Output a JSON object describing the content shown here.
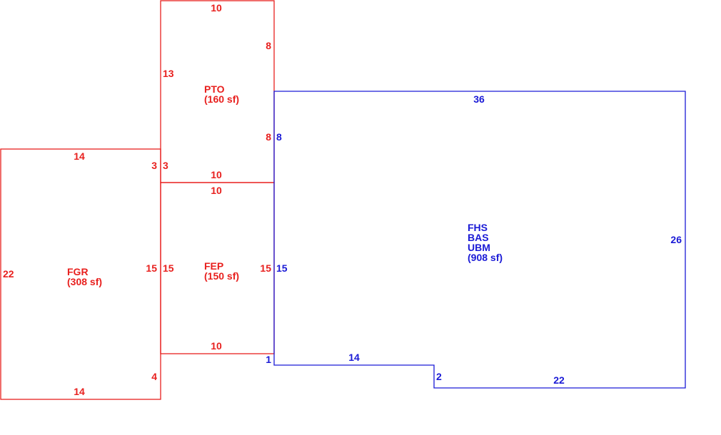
{
  "colors": {
    "red": "#e8201e",
    "blue": "#1a1ad6"
  },
  "areas": {
    "pto": {
      "code": "PTO",
      "area": "(160 sf)"
    },
    "fgr": {
      "code": "FGR",
      "area": "(308 sf)"
    },
    "fep": {
      "code": "FEP",
      "area": "(150 sf)"
    },
    "main": {
      "codes": [
        "FHS",
        "BAS",
        "UBM"
      ],
      "area": "(908 sf)"
    }
  },
  "dimensions": {
    "pto_top": "10",
    "pto_left": "13",
    "pto_right_upper": "8",
    "pto_right_lower": "8",
    "pto_bottom": "10",
    "fgr_top": "14",
    "fgr_left": "22",
    "fgr_right_top": "3",
    "fgr_right_mid": "15",
    "fgr_right_bottom": "4",
    "fgr_bottom": "14",
    "fep_top": "10",
    "fep_left_top": "3",
    "fep_left": "15",
    "fep_right": "15",
    "fep_bottom": "10",
    "main_top": "36",
    "main_left_upper": "8",
    "main_left": "15",
    "main_left_bottom": "1",
    "main_bottom_left": "14",
    "main_step": "2",
    "main_bottom_right": "22",
    "main_right": "26"
  }
}
